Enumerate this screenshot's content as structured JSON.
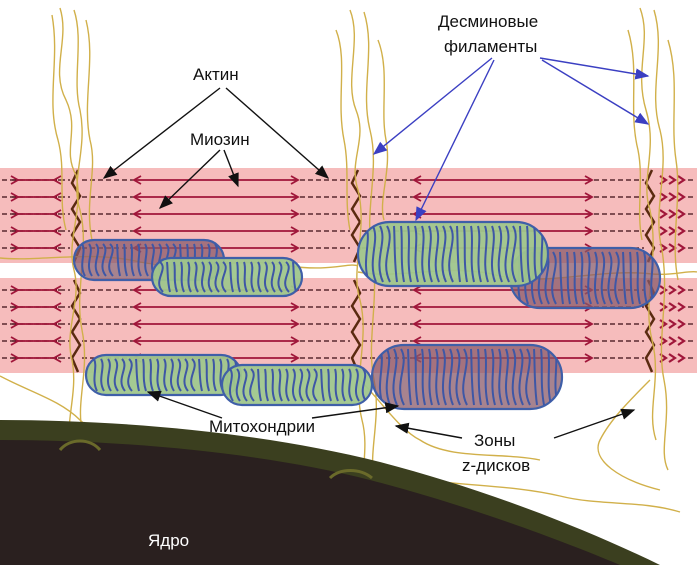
{
  "labels": {
    "actin": "Актин",
    "myosin": "Миозин",
    "desmin_line1": "Десминовые",
    "desmin_line2": "филаменты",
    "mitochondria": "Митохондрии",
    "zdisc_line1": "Зоны",
    "zdisc_line2": "z-дисков",
    "nucleus": "Ядро"
  },
  "colors": {
    "sarcomere_band": "#f6bcbc",
    "myosin": "#a0163a",
    "actin_dash": "#3a0b12",
    "zdisc": "#5a2a10",
    "desmin": "#d1b04a",
    "mito_fill": "#9fc68c",
    "mito_outline": "#3f5fa8",
    "mito_crista": "#3e57a6",
    "mito_overlap": "#8a5a6a",
    "nucleus_dark": "#2a201f",
    "nucleus_envelope": "#3b3f1f",
    "arrow_black": "#111111",
    "arrow_blue": "#3b3fc2"
  }
}
